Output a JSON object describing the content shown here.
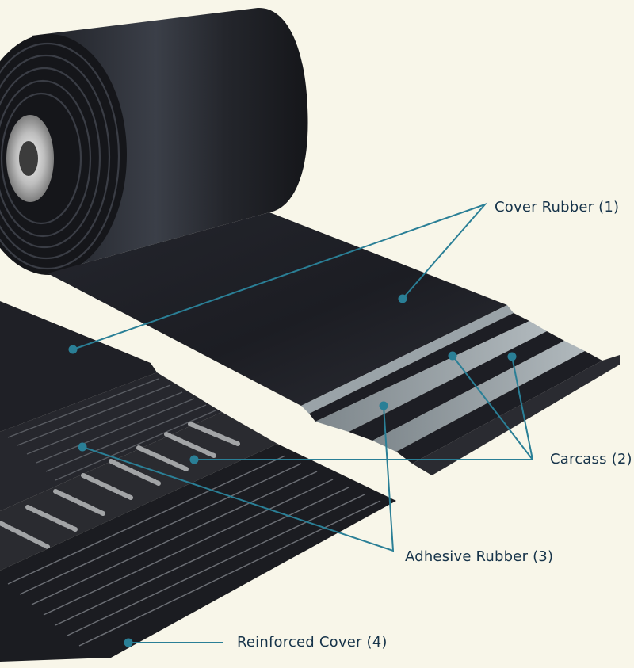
{
  "labels": {
    "cover_rubber": "Cover Rubber (1)",
    "carcass": "Carcass (2)",
    "adhesive_rubber": "Adhesive Rubber (3)",
    "reinforced_cover": "Reinforced Cover (4)"
  },
  "colors": {
    "background": "#f8f6e9",
    "leader_line": "#2a7f96",
    "label_text": "#17344a",
    "rubber": "#1c1d22",
    "carcass_fabric": "#9aa3a8",
    "steel_cord": "#9a9c9e"
  }
}
